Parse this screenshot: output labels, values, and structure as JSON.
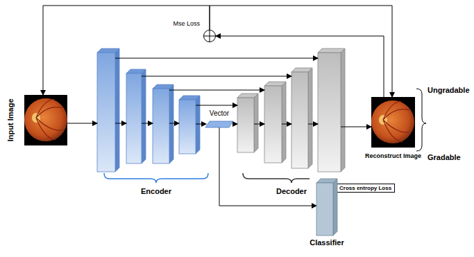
{
  "diagram": {
    "nodes": [
      {
        "text": [
          "Mse Loss"
        ]
      },
      {
        "text": [
          "Input Image"
        ]
      },
      {
        "text": [
          "Vector"
        ]
      },
      {
        "text": [
          "Reconstruct Image"
        ]
      },
      {
        "text": [
          "Cross entropy Loss"
        ]
      },
      {
        "text": [
          "Classifier"
        ]
      }
    ],
    "edges": [
      {
        "from": 3,
        "to": 0,
        "arrow": "to"
      },
      {
        "from": 0,
        "to": 1,
        "arrow": "to"
      },
      {
        "from": 0,
        "to": 3,
        "arrow": "to"
      },
      {
        "from": 2,
        "to": 5,
        "arrow": "to"
      }
    ],
    "labels": [
      "Encoder",
      "Decoder",
      "Ungradable",
      "Gradable"
    ]
  }
}
